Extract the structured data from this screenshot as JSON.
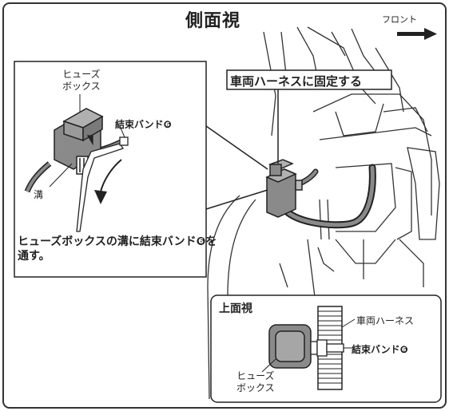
{
  "diagram": {
    "title": "側面視",
    "front_label": "フロント",
    "callout": "車両ハーネスに固定する",
    "detail": {
      "fuse_box_label": "ヒューズ\nボックス",
      "band_label": "結束バンド❻",
      "groove_label": "溝",
      "instruction": "ヒューズボックスの溝に結束バンド❻を通す。"
    },
    "top_view": {
      "title": "上面視",
      "harness_label": "車両ハーネス",
      "band_label": "結束バンド❻",
      "fuse_box_label": "ヒューズ\nボックス"
    }
  },
  "colors": {
    "line": "#222222",
    "fuse_fill": "#8a8a8a",
    "fuse_light": "#a6a6a6",
    "frame": "#333333"
  }
}
